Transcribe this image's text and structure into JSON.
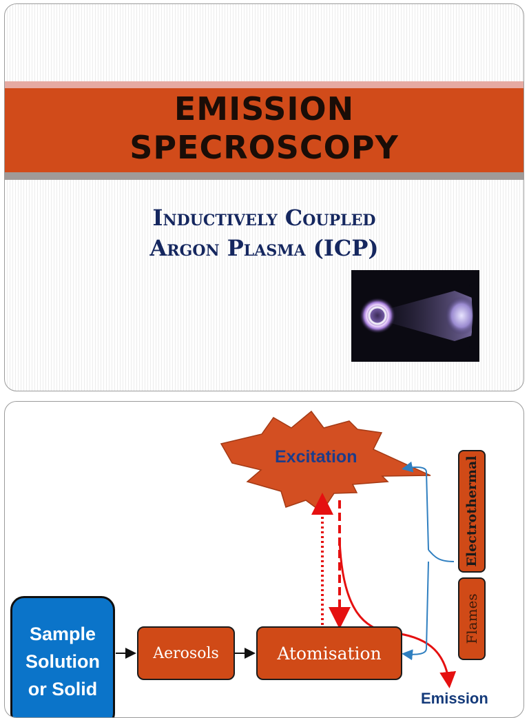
{
  "slide1": {
    "title_line1": "EMISSION",
    "title_line2": "SPECROSCOPY",
    "subtitle_line1": "Inductively Coupled",
    "subtitle_line2": "Argon Plasma (ICP)"
  },
  "slide2": {
    "sample_line1": "Sample",
    "sample_line2": "Solution",
    "sample_line3": "or Solid",
    "aerosols": "Aerosols",
    "atomisation": "Atomisation",
    "excitation": "Excitation",
    "emission": "Emission",
    "electrothermal": "Electrothermal",
    "flames": "Flames"
  },
  "colors": {
    "band": "#d14b1a",
    "title_text": "#1a0d07",
    "subtitle_text": "#15275f",
    "sample_box": "#0b74c9",
    "process_box": "#d04a17",
    "arrow_red": "#e51010",
    "bracket_blue": "#2f7fc0"
  }
}
